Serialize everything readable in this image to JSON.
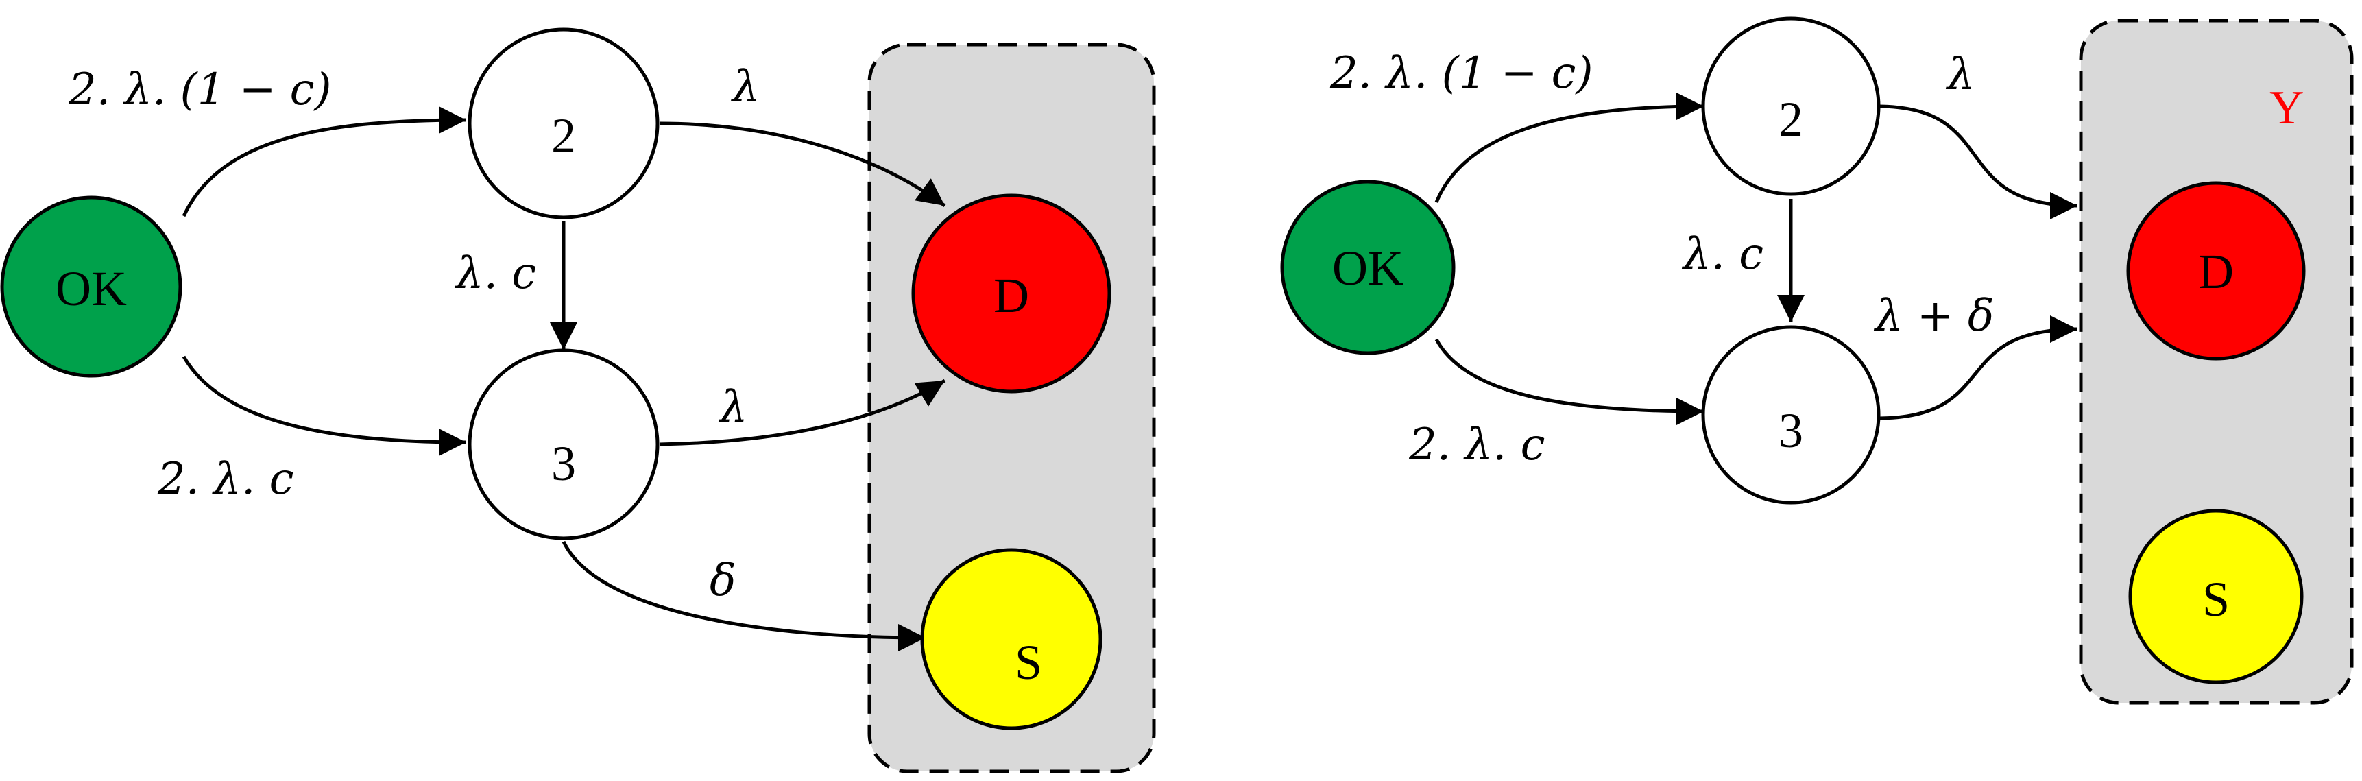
{
  "colors": {
    "ok": "#00a14b",
    "danger": "#ff0000",
    "safe": "#ffff00",
    "state": "#ffffff",
    "group_fill": "#d9d9d9",
    "group_label": "#ff0000"
  },
  "left": {
    "nodes": {
      "ok": "OK",
      "s2": "2",
      "s3": "3",
      "d": "D",
      "s": "S"
    },
    "edges": {
      "ok_to_2": "2. λ. (1 − c)",
      "ok_to_3": "2. λ. c",
      "s2_to_3": "λ. c",
      "s2_to_d": "λ",
      "s3_to_d": "λ",
      "s3_to_s": "δ"
    }
  },
  "right": {
    "group_label": "Y",
    "nodes": {
      "ok": "OK",
      "s2": "2",
      "s3": "3",
      "d": "D",
      "s": "S"
    },
    "edges": {
      "ok_to_2": "2. λ. (1 − c)",
      "ok_to_3": "2. λ. c",
      "s2_to_3": "λ. c",
      "s2_to_group": "λ",
      "s3_to_group": "λ + δ"
    }
  }
}
